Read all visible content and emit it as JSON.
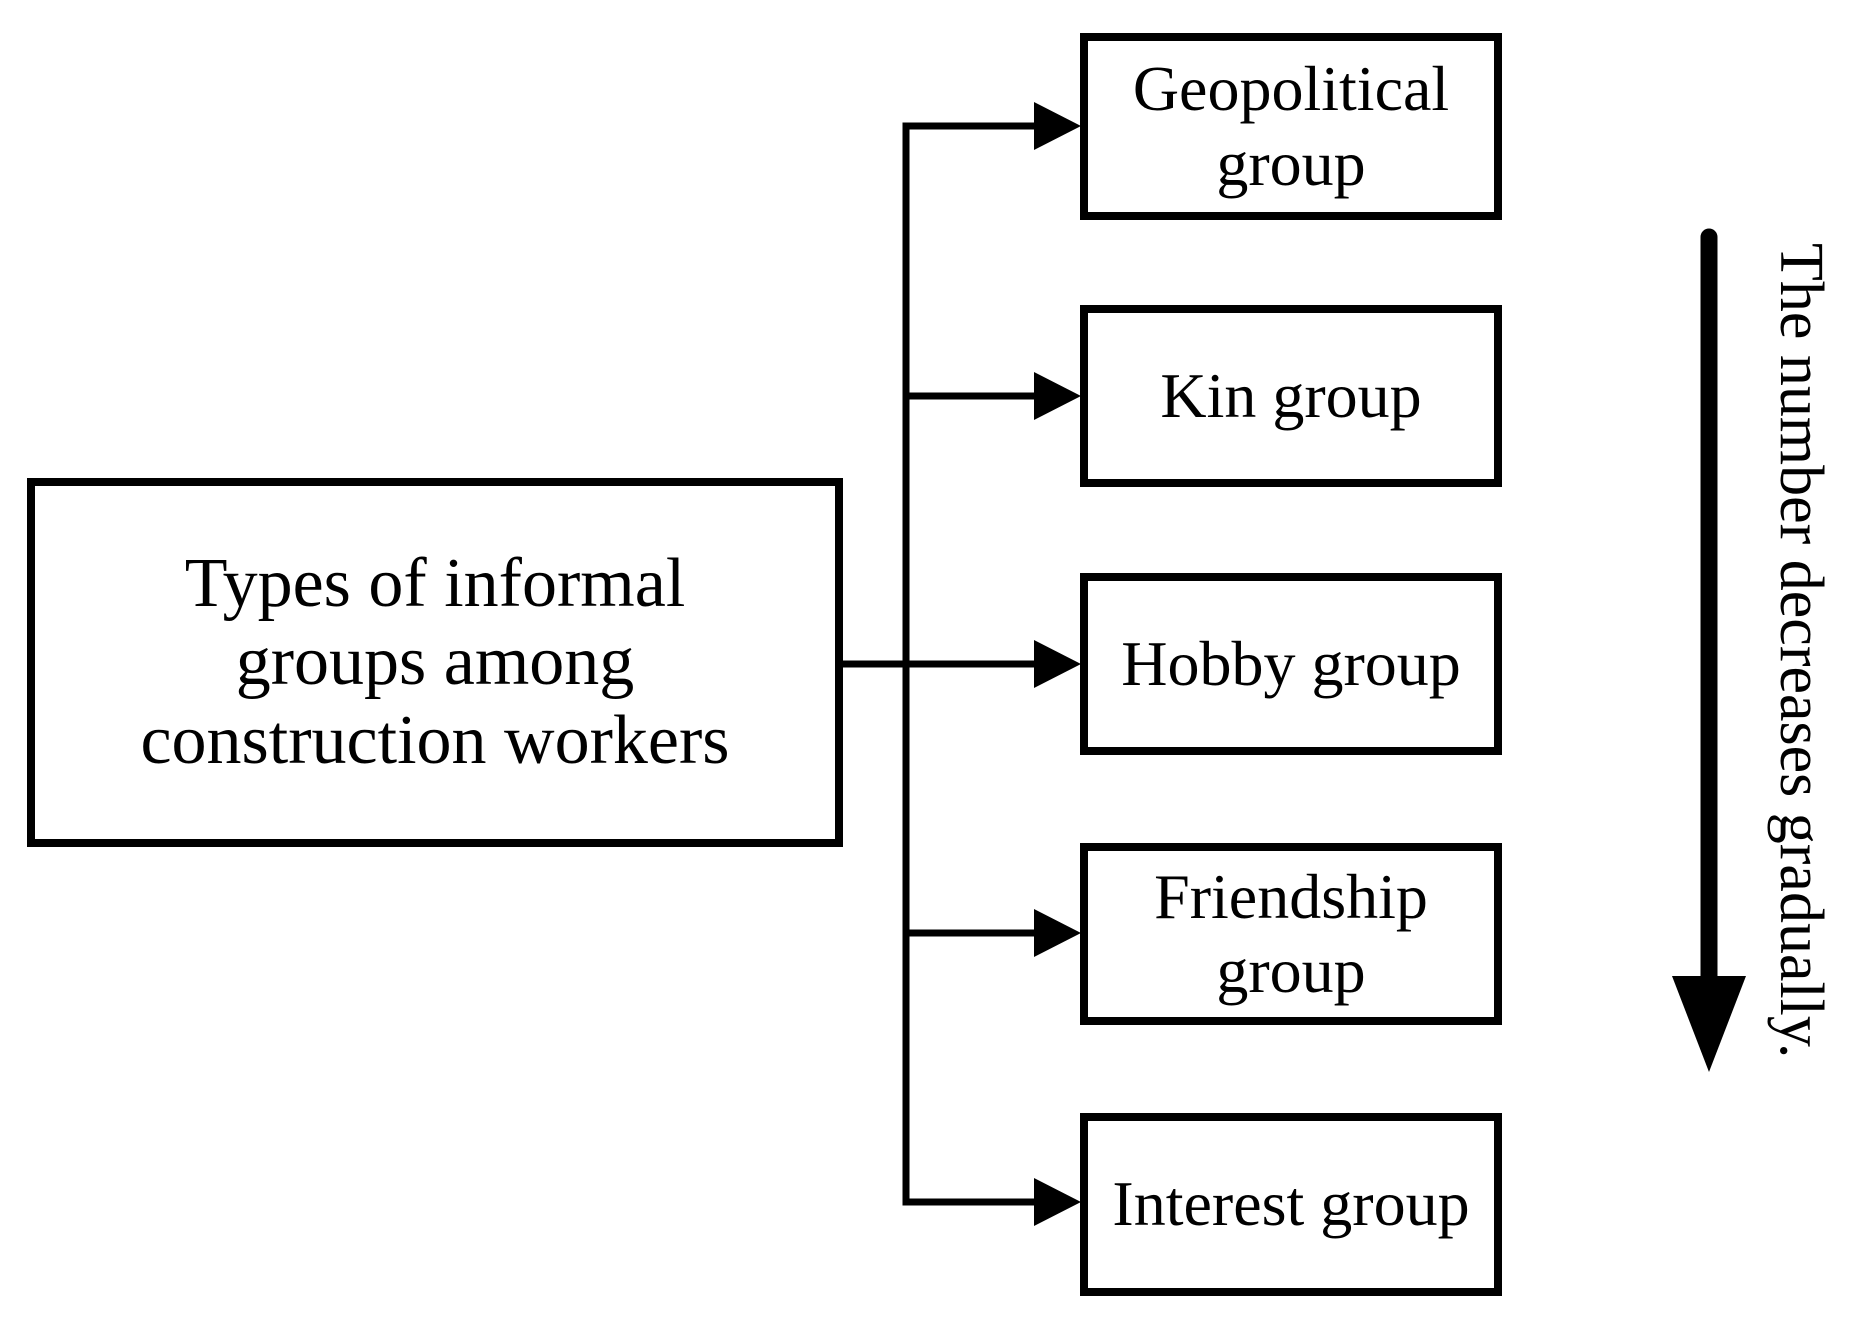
{
  "diagram": {
    "root_box": {
      "lines": [
        "Types of informal",
        "groups among",
        "construction workers"
      ],
      "full_text": "Types of informal groups among construction workers"
    },
    "group_boxes": [
      {
        "id": "geopolitical-group",
        "lines": [
          "Geopolitical",
          "group"
        ],
        "full_text": "Geopolitical group"
      },
      {
        "id": "kin-group",
        "lines": [
          "Kin group",
          ""
        ],
        "full_text": "Kin group"
      },
      {
        "id": "hobby-group",
        "lines": [
          "Hobby group",
          ""
        ],
        "full_text": "Hobby group"
      },
      {
        "id": "friendship-group",
        "lines": [
          "Friendship",
          "group"
        ],
        "full_text": "Friendship group"
      },
      {
        "id": "interest-group",
        "lines": [
          "Interest group",
          ""
        ],
        "full_text": "Interest group"
      }
    ],
    "annotation": {
      "text": "The number decreases gradually.",
      "arrow_direction": "down"
    },
    "colors": {
      "line": "#000000",
      "text": "#000000",
      "background": "#ffffff"
    }
  }
}
